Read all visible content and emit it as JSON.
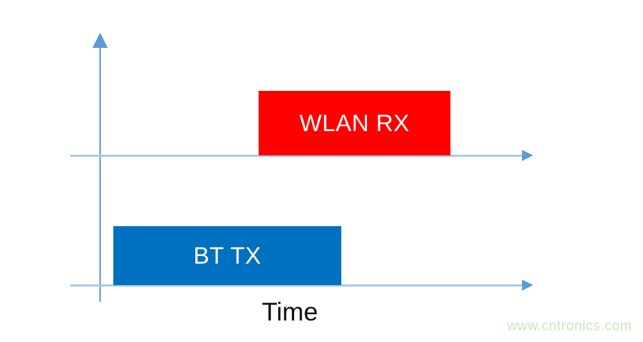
{
  "diagram": {
    "axis_color": "#a6c9e9",
    "accent_color": "#5b9bd5",
    "x_axis_label": "Time",
    "blocks": [
      {
        "id": "wlan-rx",
        "label": "WLAN RX",
        "color": "#fe0000",
        "text_color": "#ffffff",
        "row": "upper"
      },
      {
        "id": "bt-tx",
        "label": "BT TX",
        "color": "#0070c0",
        "text_color": "#ffffff",
        "row": "lower"
      }
    ],
    "watermark": {
      "text": "www.cntronics.com",
      "color": "#c9e7ba"
    }
  }
}
